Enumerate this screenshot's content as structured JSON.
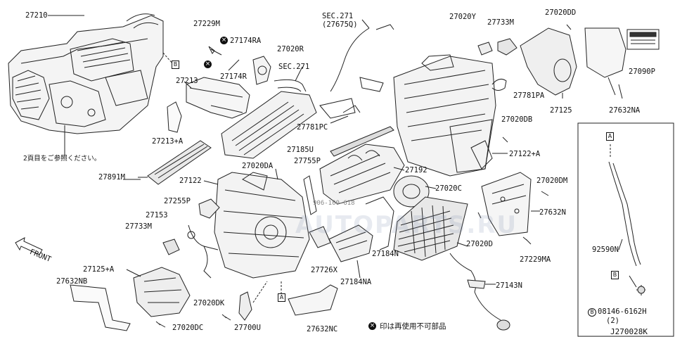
{
  "diagram": {
    "code": "J270028K",
    "note": "印は再使用不可部品",
    "note2": "2頁目をご参照ください。",
    "front_label": "FRONT",
    "watermark": "AUTOPARTS.RU",
    "watermark_num": "906-100-618",
    "box_a": "A",
    "box_b": "B"
  },
  "parts": {
    "p27210": "27210",
    "p27229M": "27229M",
    "p27174RA": "27174RA",
    "p27020R": "27020R",
    "p27174R": "27174R",
    "sec271a": "SEC.271",
    "sec271b": "(27675Q)",
    "sec271c": "SEC.271",
    "p27213": "27213",
    "p27213A": "27213+A",
    "p27891M": "27891M",
    "p27020DA": "27020DA",
    "p27755P": "27755P",
    "p27122": "27122",
    "p27255P": "27255P",
    "p27153": "27153",
    "p27733M_l": "27733M",
    "p27125A": "27125+A",
    "p27632NB": "27632NB",
    "p27020DK": "27020DK",
    "p27020DC": "27020DC",
    "p27700U": "27700U",
    "p27632NC": "27632NC",
    "p27726X": "27726X",
    "p27184NA": "27184NA",
    "p27184N": "27184N",
    "p27192": "27192",
    "p27020C": "27020C",
    "p27781PC": "27781PC",
    "p27185U": "27185U",
    "p27020Y": "27020Y",
    "p27733M_r": "27733M",
    "p27020DD": "27020DD",
    "p27090P": "27090P",
    "p27781PA": "27781PA",
    "p27125": "27125",
    "p27632NA": "27632NA",
    "p27020DB": "27020DB",
    "p27122A": "27122+A",
    "p27020DM": "27020DM",
    "p27632N": "27632N",
    "p27020D": "27020D",
    "p27229MA": "27229MA",
    "p27143N": "27143N",
    "p92590N": "92590N",
    "p08146": "08146-6162H",
    "p08146qty": "(2)",
    "bolt_b": "B"
  }
}
